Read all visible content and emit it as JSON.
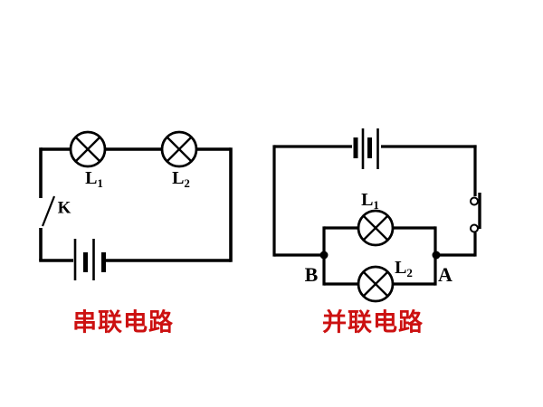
{
  "diagram": {
    "background": "#ffffff",
    "wire_color": "#000000",
    "title_color": "#cc1111"
  },
  "series_circuit": {
    "title": "串联电路",
    "lamp1": {
      "base": "L",
      "sub": "1"
    },
    "lamp2": {
      "base": "L",
      "sub": "2"
    },
    "switch_label": "K"
  },
  "parallel_circuit": {
    "title": "并联电路",
    "lamp1": {
      "base": "L",
      "sub": "1"
    },
    "lamp2": {
      "base": "L",
      "sub": "2"
    },
    "node_left": "B",
    "node_right": "A"
  }
}
